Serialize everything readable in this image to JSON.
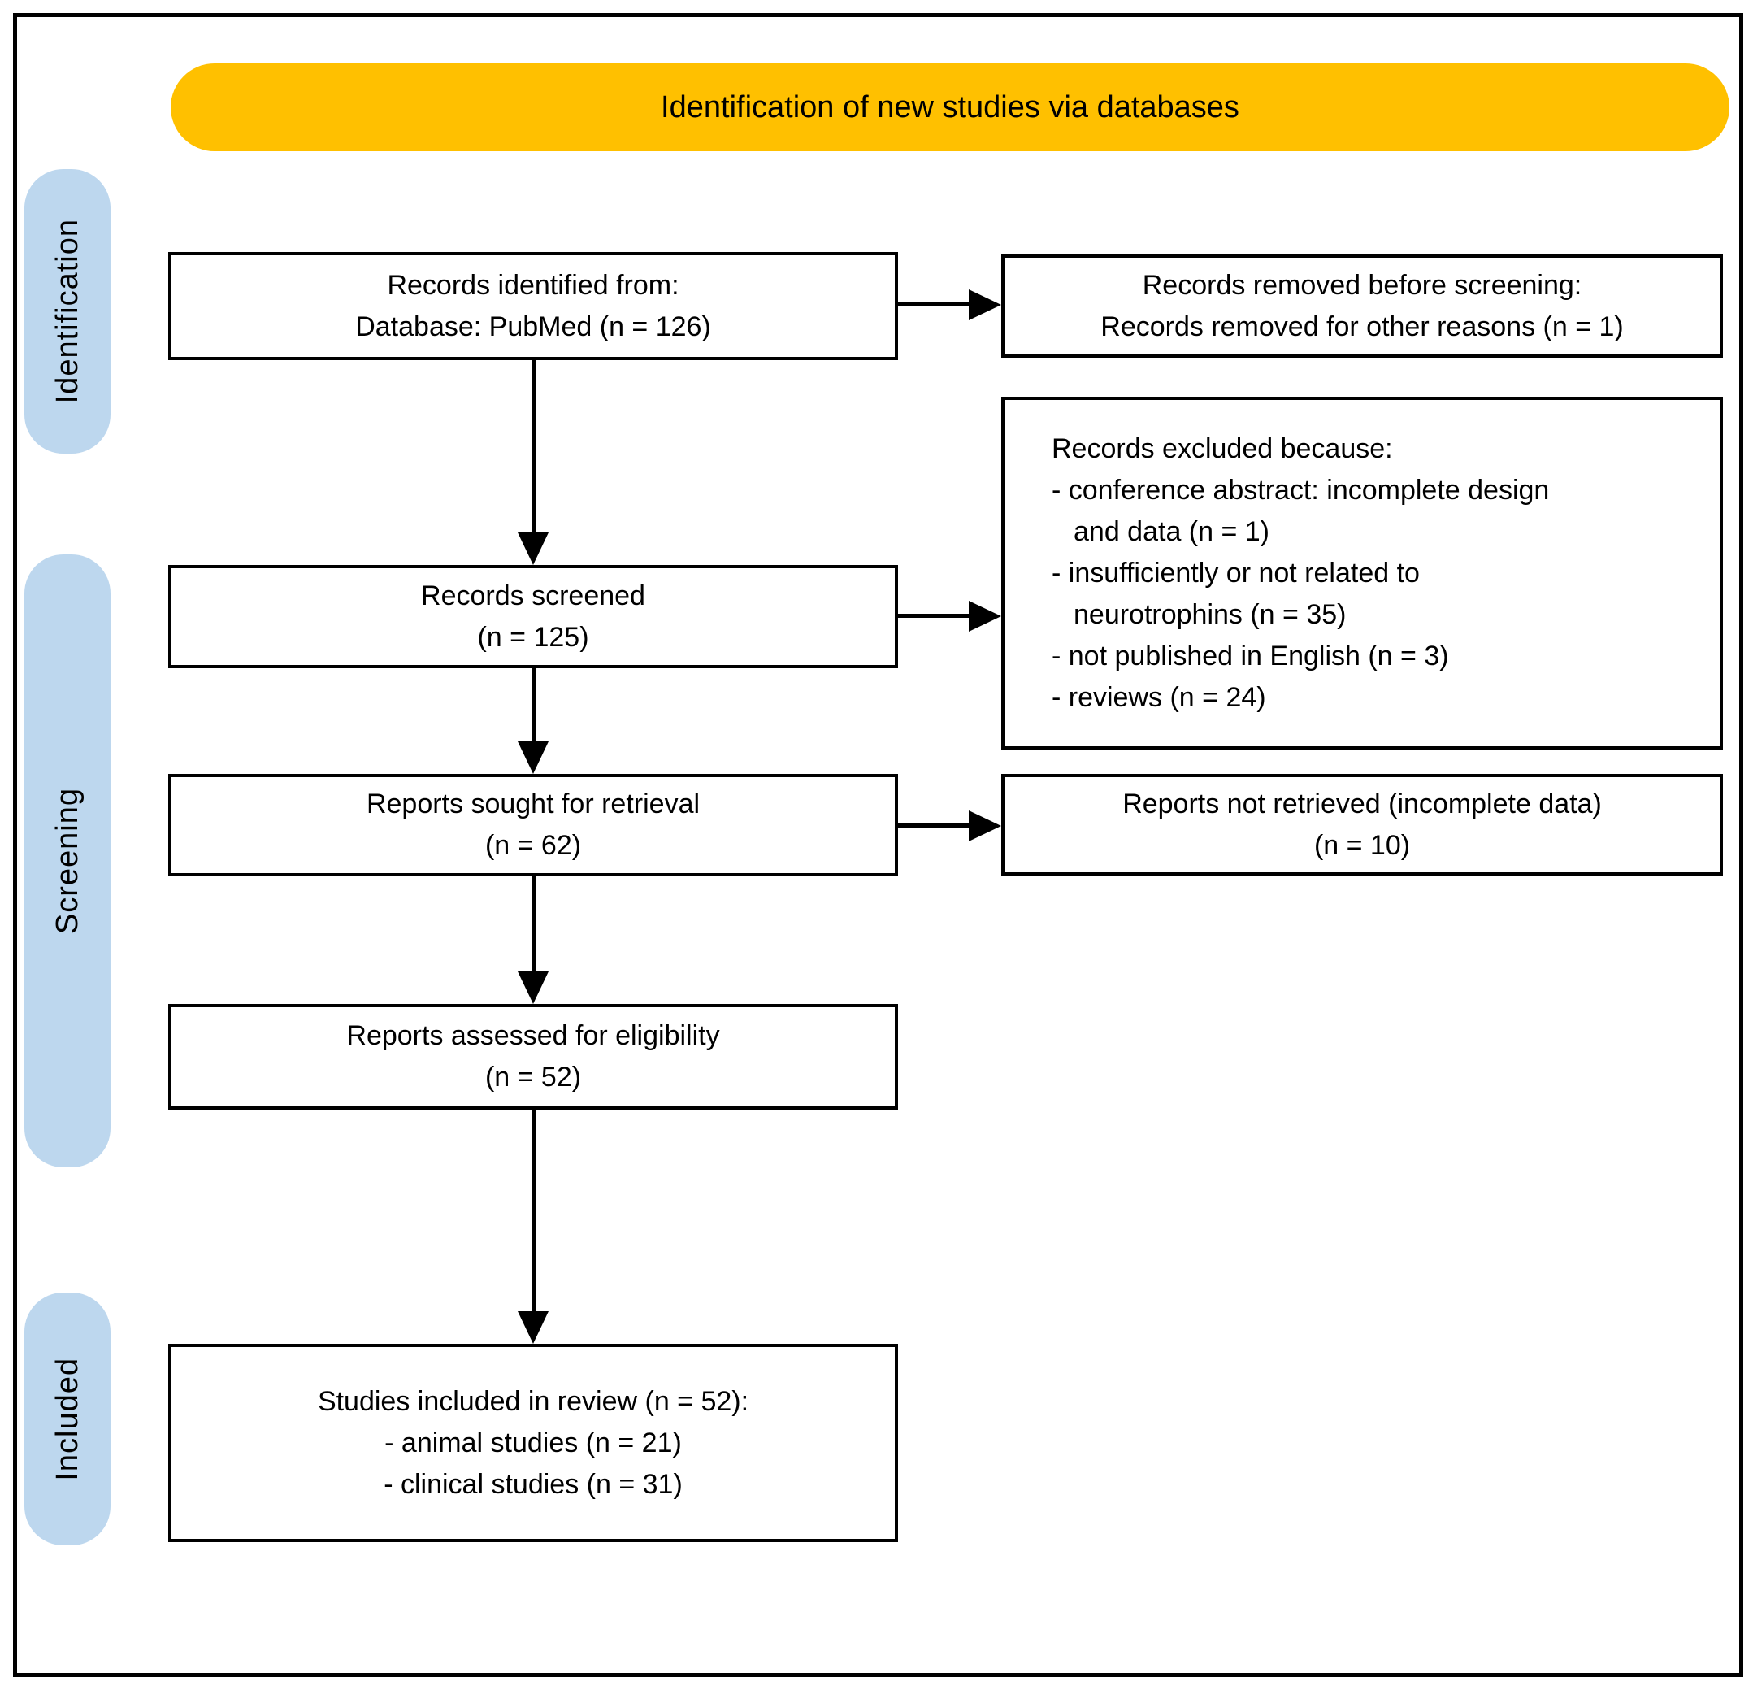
{
  "header": {
    "banner_title": "Identification of new studies via databases"
  },
  "colors": {
    "banner_bg": "#FFC000",
    "stage_bg": "#BDD7EE",
    "box_border": "#000000",
    "arrow": "#000000"
  },
  "stages": {
    "identification": "Identification",
    "screening": "Screening",
    "included": "Included"
  },
  "boxes": {
    "identified": {
      "line1": "Records identified from:",
      "line2": "Database: PubMed (n = 126)"
    },
    "removed_before_screening": {
      "line1": "Records removed before screening:",
      "line2": "Records removed for other reasons (n = 1)"
    },
    "screened": {
      "line1": "Records screened",
      "line2": "(n = 125)"
    },
    "excluded": {
      "title": "Records excluded because:",
      "items": [
        "- conference abstract: incomplete design and data (n = 1)",
        "- insufficiently or not related to neurotrophins (n = 35)",
        "- not published in English (n = 3)",
        "- reviews (n = 24)"
      ]
    },
    "sought": {
      "line1": "Reports sought for retrieval",
      "line2": "(n = 62)"
    },
    "not_retrieved": {
      "line1": "Reports not retrieved (incomplete data)",
      "line2": "(n = 10)"
    },
    "assessed": {
      "line1": "Reports assessed for eligibility",
      "line2": "(n = 52)"
    },
    "included_review": {
      "line1": "Studies included in review (n = 52):",
      "line2": "- animal studies (n = 21)",
      "line3": "- clinical studies (n = 31)"
    }
  }
}
